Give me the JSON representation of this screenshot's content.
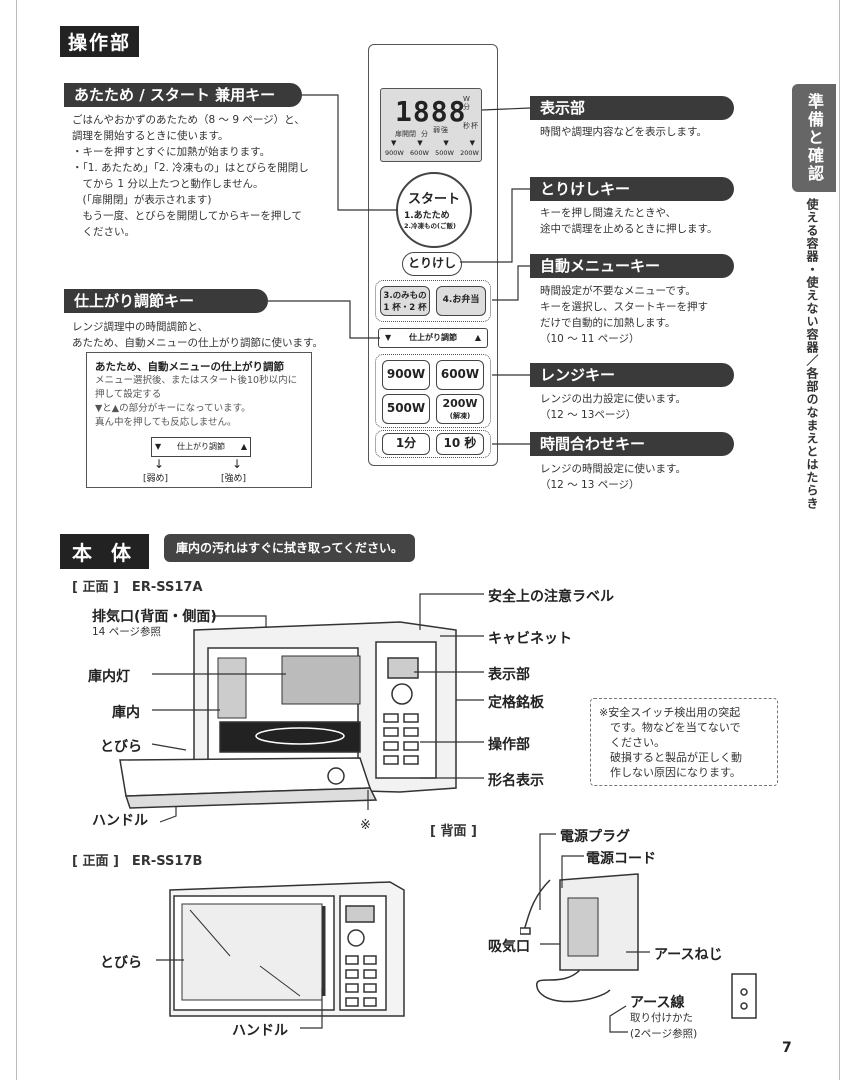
{
  "sections": {
    "controls": "操作部",
    "body": "本 体",
    "body_notice": "庫内の汚れはすぐに拭き取ってください。"
  },
  "side": {
    "tab": "準備と確認",
    "text": "使える容器・使えない容器／各部のなまえとはたらき"
  },
  "page_number": "7",
  "keys": {
    "start": {
      "title": "あたため / スタート 兼用キー",
      "desc": [
        "ごはんやおかずのあたため（8 ～ 9 ページ）と、",
        "調理を開始するときに使います。",
        "・キーを押すとすぐに加熱が始まります。",
        "・「1. あたため」「2. 冷凍もの」はとびらを開閉し",
        "　てから 1 分以上たつと動作しません。",
        "　(「扉開閉」が表示されます)",
        "　もう一度、とびらを開閉してからキーを押して",
        "　ください。"
      ]
    },
    "finish": {
      "title": "仕上がり調節キー",
      "desc": [
        "レンジ調理中の時間調節と、",
        "あたため、自動メニューの仕上がり調節に使います。"
      ],
      "box_title": "あたため、自動メニューの仕上がり調節",
      "box_text": [
        "メニュー選択後、またはスタート後10秒以内に",
        "押して設定する",
        "▼と▲の部分がキーになっています。",
        "真ん中を押しても反応しません。"
      ],
      "box_key": "仕上がり調節",
      "weak": "[弱め]",
      "strong": "[強め]"
    },
    "display": {
      "title": "表示部",
      "desc": [
        "時間や調理内容などを表示します。"
      ]
    },
    "cancel": {
      "title": "とりけしキー",
      "desc": [
        "キーを押し間違えたときや、",
        "途中で調理を止めるときに押します。"
      ]
    },
    "auto": {
      "title": "自動メニューキー",
      "desc": [
        "時間設定が不要なメニューです。",
        "キーを選択し、スタートキーを押す",
        "だけで自動的に加熱します。",
        "（10 ～ 11 ページ）"
      ]
    },
    "range": {
      "title": "レンジキー",
      "desc": [
        "レンジの出力設定に使います。",
        "（12 ～ 13ページ）"
      ]
    },
    "time": {
      "title": "時間合わせキー",
      "desc": [
        "レンジの時間設定に使います。",
        "（12 ～ 13 ページ）"
      ]
    }
  },
  "panel": {
    "display_digits": "1888",
    "display_w": "W",
    "display_min": "分",
    "display_sec": "秒",
    "display_cup": "杯",
    "display_door": "扉開閉",
    "display_door2": "分",
    "display_hot": "強",
    "display_weak": "弱",
    "watts": [
      "900W",
      "600W",
      "500W",
      "200W"
    ],
    "start_label": "スタート",
    "start_sub1": "1.あたため",
    "start_sub2": "2.冷凍もの(ご飯)",
    "cancel_label": "とりけし",
    "auto1": "3.のみもの",
    "auto1b": "1 杯・2 杯",
    "auto2": "4.お弁当",
    "finish_key": "仕上がり調節",
    "k900": "900W",
    "k600": "600W",
    "k500": "500W",
    "k200": "200W",
    "k200b": "(解凍)",
    "k1min": "1分",
    "k10sec": "10 秒"
  },
  "body": {
    "front_a": "[ 正面 ]　ER-SS17A",
    "front_b": "[ 正面 ]　ER-SS17B",
    "back": "[ 背面 ]",
    "labels_a": {
      "exhaust": "排気口(背面・側面)",
      "exhaust_ref": "14 ページ参照",
      "lamp": "庫内灯",
      "inside": "庫内",
      "door": "とびら",
      "handle": "ハンドル",
      "mark": "※",
      "safety": "安全上の注意ラベル",
      "cabinet": "キャビネット",
      "display": "表示部",
      "rating": "定格銘板",
      "controls": "操作部",
      "model": "形名表示"
    },
    "labels_b": {
      "door": "とびら",
      "handle": "ハンドル"
    },
    "labels_back": {
      "plug": "電源プラグ",
      "cord": "電源コード",
      "intake": "吸気口",
      "earth_screw": "アースねじ",
      "earth_wire": "アース線",
      "attach": "取り付けかた",
      "attach_ref": "(2ページ参照)"
    },
    "note": [
      "※安全スイッチ検出用の突起",
      "　です。物などを当てないで",
      "　ください。",
      "　破損すると製品が正しく動",
      "　作しない原因になります。"
    ]
  }
}
